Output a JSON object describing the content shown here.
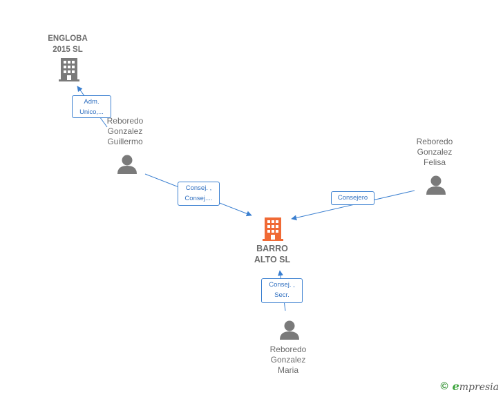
{
  "nodes": {
    "engloba": {
      "label": "ENGLOBA\n2015  SL",
      "type": "company"
    },
    "barro": {
      "label": "BARRO\nALTO  SL",
      "type": "company-main"
    },
    "guillermo": {
      "label": "Reboredo\nGonzalez\nGuillermo",
      "type": "person"
    },
    "felisa": {
      "label": "Reboredo\nGonzalez\nFelisa",
      "type": "person"
    },
    "maria": {
      "label": "Reboredo\nGonzalez\nMaria",
      "type": "person"
    }
  },
  "edges": {
    "guillermo_engloba": "Adm.\nUnico,...",
    "guillermo_barro": "Consej. ,\nConsej....",
    "felisa_barro": "Consejero",
    "maria_barro": "Consej. ,\nSecr."
  },
  "colors": {
    "company": "#7a7a7a",
    "company_main": "#f06a35",
    "person": "#7a7a7a",
    "edge": "#3a7fd0"
  },
  "footer": {
    "copyright": "©",
    "brand_initial": "e",
    "brand_rest": "mpresia"
  }
}
